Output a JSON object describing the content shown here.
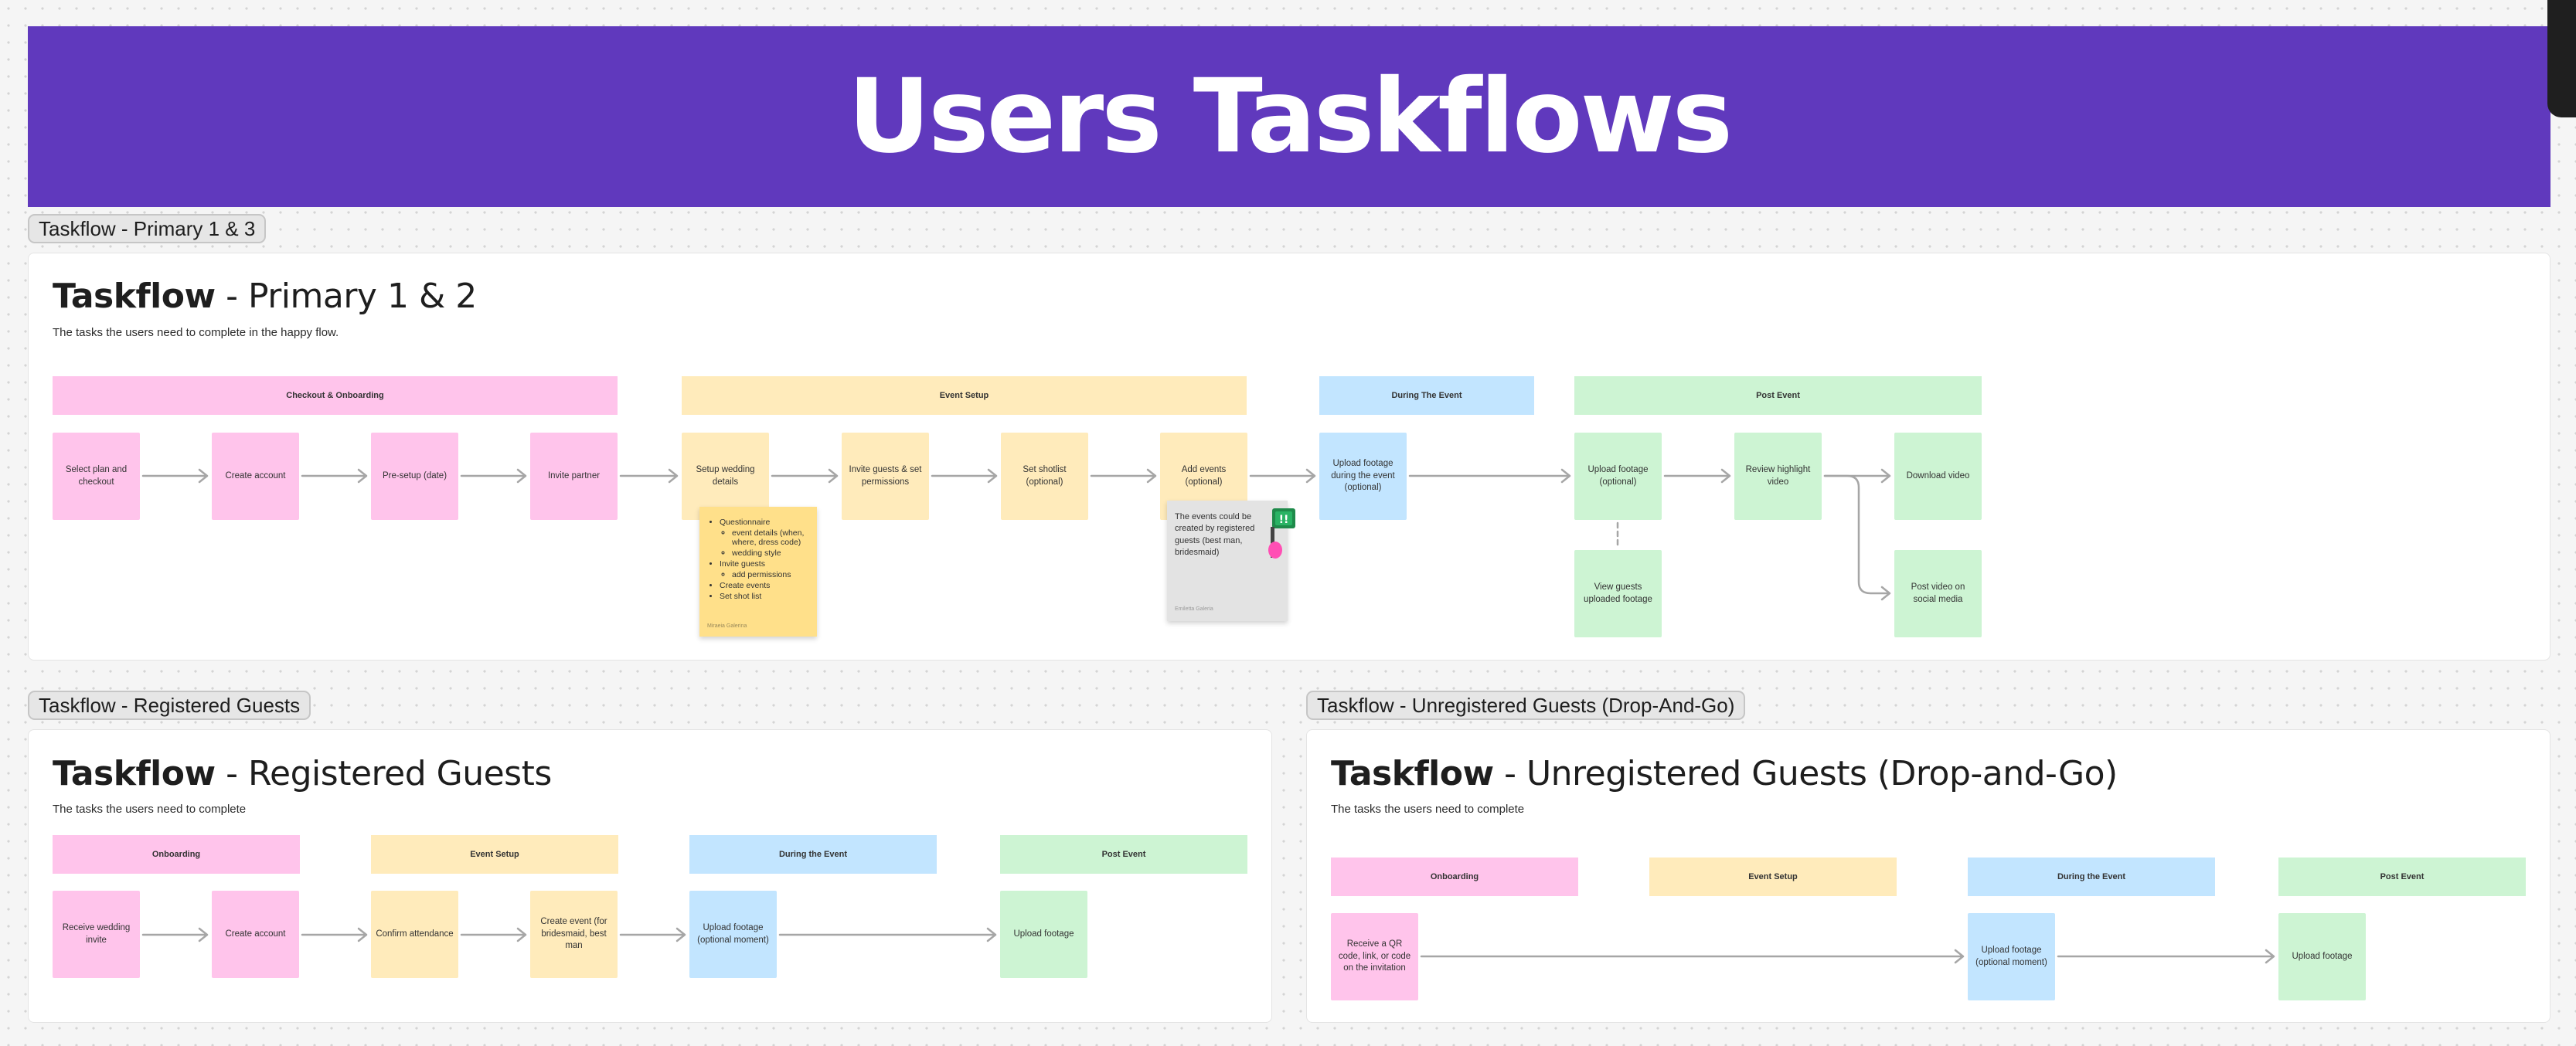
{
  "banner": {
    "title": "Users Taskflows"
  },
  "primary": {
    "section_label": "Taskflow - Primary 1 & 3",
    "title_bold": "Taskflow",
    "title_rest": " - Primary 1 & 2",
    "subtitle": "The tasks the users need to complete in the happy flow.",
    "headers": [
      "Checkout & Onboarding",
      "Event Setup",
      "During The Event",
      "Post Event"
    ],
    "cards": {
      "select_plan": "Select plan and checkout",
      "create_account": "Create account",
      "pre_setup": "Pre-setup (date)",
      "invite_partner": "Invite partner",
      "setup_wedding": "Setup wedding details",
      "invite_guests": "Invite guests & set permissions",
      "set_shotlist": "Set shotlist (optional)",
      "add_events": "Add events (optional)",
      "upload_during": "Upload footage during the event (optional)",
      "upload_post": "Upload footage (optional)",
      "review_highlight": "Review highlight video",
      "download_video": "Download video",
      "view_guests": "View guests uploaded footage",
      "post_social": "Post video on social media"
    },
    "sticky_yellow": {
      "questionnaire": "Questionnaire",
      "q_items": [
        "event details (when, where, dress code)",
        "wedding style"
      ],
      "invite_guests": "Invite guests",
      "ig_items": [
        "add permissions"
      ],
      "create_events": "Create events",
      "set_shot_list": "Set shot list",
      "author": "Miraeia Galerina"
    },
    "sticky_gray": {
      "text": "The events could be created by registered guests (best man, bridesmaid)",
      "author": "Emiletta Galeria"
    }
  },
  "registered": {
    "section_label": "Taskflow - Registered Guests",
    "title_bold": "Taskflow",
    "title_rest": " - Registered Guests",
    "subtitle": "The tasks the users need to complete",
    "headers": [
      "Onboarding",
      "Event Setup",
      "During the Event",
      "Post Event"
    ],
    "cards": {
      "receive_invite": "Receive wedding invite",
      "create_account": "Create account",
      "confirm_attendance": "Confirm attendance",
      "create_event": "Create event (for bridesmaid, best man",
      "upload_optional": "Upload footage (optional moment)",
      "upload_footage": "Upload footage"
    }
  },
  "unregistered": {
    "section_label": "Taskflow - Unregistered Guests (Drop-And-Go)",
    "title_bold": "Taskflow",
    "title_rest": " - Unregistered Guests (Drop-and-Go)",
    "subtitle": "The tasks the users need to complete",
    "headers": [
      "Onboarding",
      "Event Setup",
      "During the Event",
      "Post Event"
    ],
    "cards": {
      "receive_qr": "Receive a QR code, link, or code on the invitation",
      "upload_optional": "Upload footage (optional moment)",
      "upload_footage": "Upload footage"
    }
  },
  "colors": {
    "banner": "#6039BD",
    "pink": "#FFC4EB",
    "yellow": "#FFEBBB",
    "blue": "#C2E5FF",
    "green": "#CDF4D3",
    "sticky_yellow": "#FFE08A",
    "sticky_gray": "#E3E3E3"
  }
}
